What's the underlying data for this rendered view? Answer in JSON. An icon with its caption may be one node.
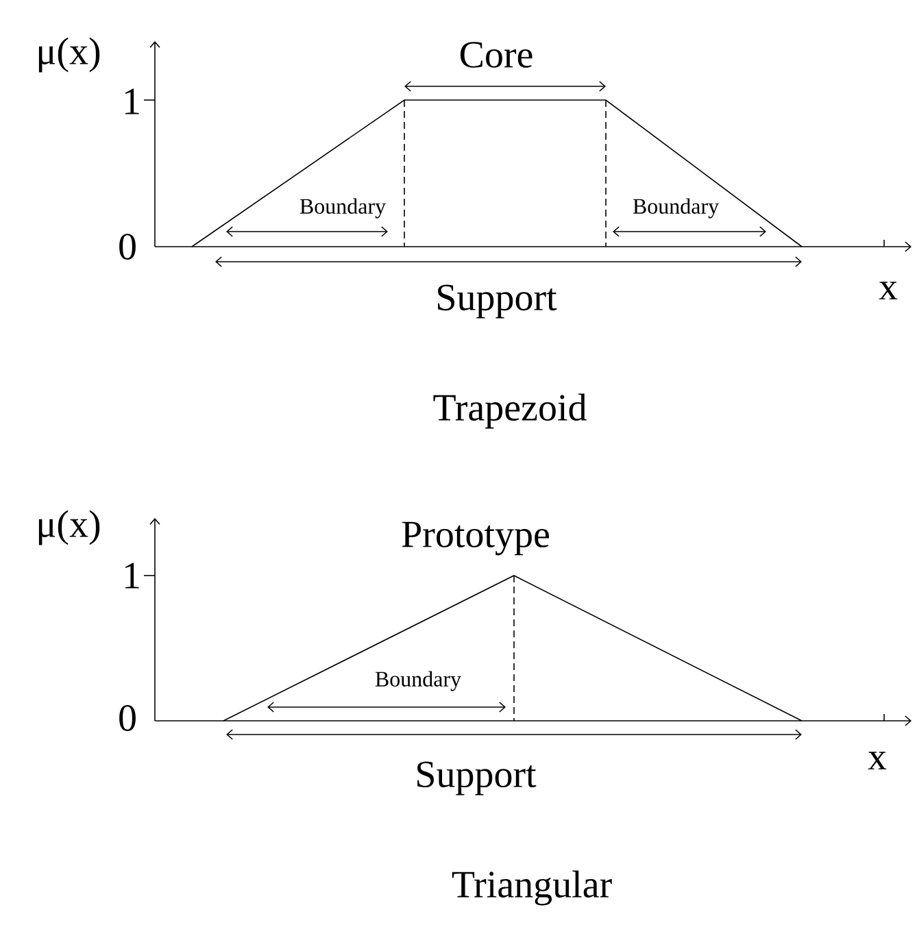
{
  "diagram": {
    "labels": [
      "μ(x)",
      "Core",
      "1",
      "Boundary",
      "Boundary",
      "0",
      "Support",
      "x",
      "Trapezoid",
      "μ(x)",
      "Prototype",
      "1",
      "Boundary",
      "0",
      "Support",
      "x",
      "Triangular"
    ]
  }
}
